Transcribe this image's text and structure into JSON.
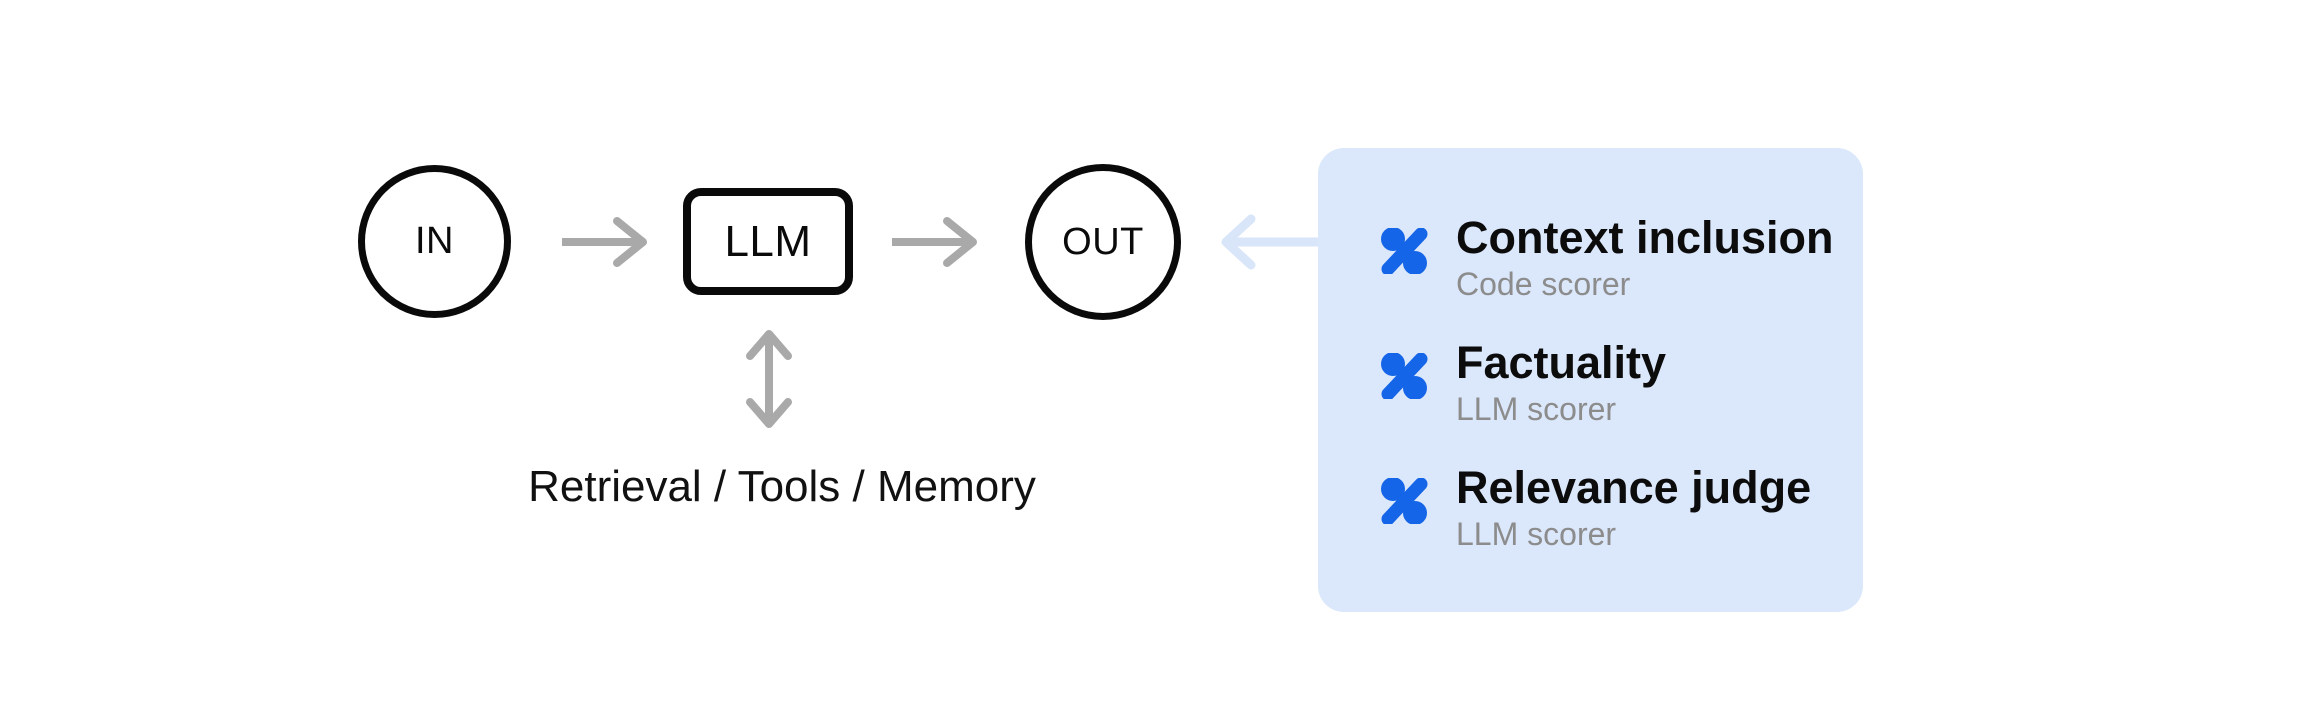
{
  "pipeline": {
    "nodes": {
      "in": {
        "label": "IN",
        "shape": "circle"
      },
      "llm": {
        "label": "LLM",
        "shape": "rounded-rect"
      },
      "out": {
        "label": "OUT",
        "shape": "circle"
      }
    },
    "context_label": "Retrieval / Tools / Memory",
    "arrow_color": "#a9a9a9",
    "node_stroke_color": "#0a0a0a"
  },
  "scorer_panel": {
    "background_color": "#dbe7fb",
    "eval_arrow_color": "#d9e6fa",
    "icon": "percent-icon",
    "icon_color": "#1565e8",
    "subtitle_color": "#8c8c8c",
    "items": [
      {
        "title": "Context inclusion",
        "subtitle": "Code scorer"
      },
      {
        "title": "Factuality",
        "subtitle": "LLM scorer"
      },
      {
        "title": "Relevance judge",
        "subtitle": "LLM scorer"
      }
    ]
  }
}
